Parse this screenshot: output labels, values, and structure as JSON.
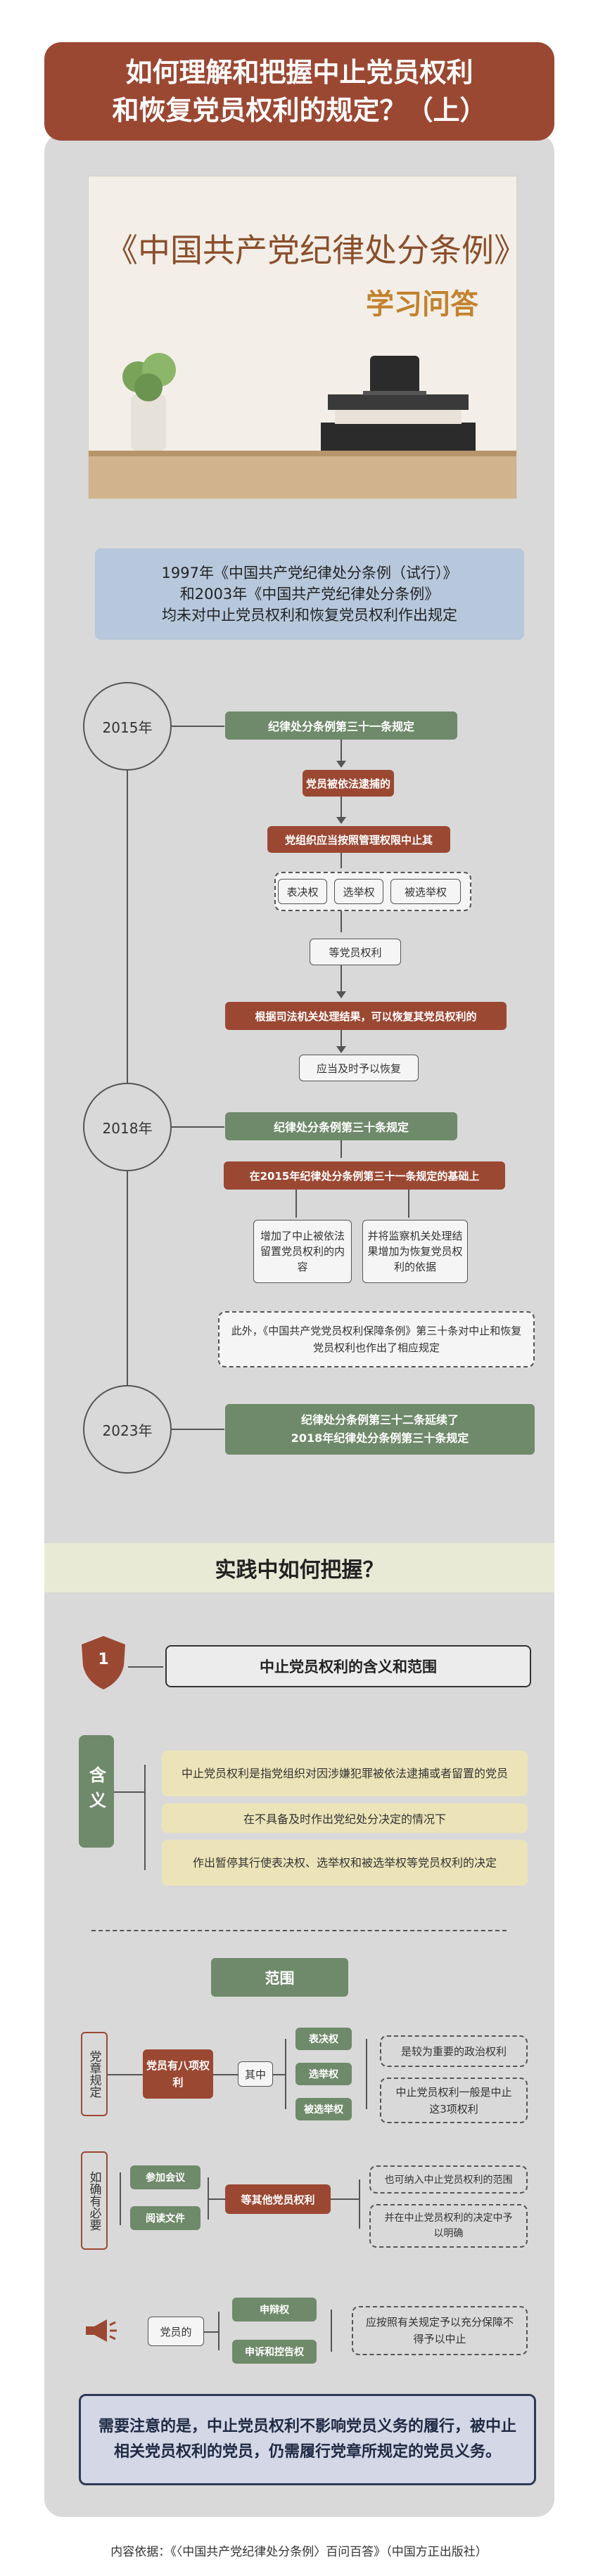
{
  "header": {
    "title_line1": "如何理解和把握中止党员权利",
    "title_line2": "和恢复党员权利的规定？（上）"
  },
  "hero": {
    "title": "《中国共产党纪律处分条例》",
    "subtitle": "学习问答"
  },
  "intro": {
    "line1": "1997年《中国共产党纪律处分条例（试行）》",
    "line2": "和2003年《中国共产党纪律处分条例》",
    "line3": "均未对中止党员权利和恢复党员权利作出规定"
  },
  "timeline": {
    "y2015": {
      "year": "2015年",
      "article": "纪律处分条例第三十一条规定",
      "step1": "党员被依法逮捕的",
      "step2": "党组织应当按照管理权限中止其",
      "rights": [
        "表决权",
        "选举权",
        "被选举权"
      ],
      "step3": "等党员权利",
      "step4": "根据司法机关处理结果，可以恢复其党员权利的",
      "step5": "应当及时予以恢复"
    },
    "y2018": {
      "year": "2018年",
      "article": "纪律处分条例第三十条规定",
      "basis": "在2015年纪律处分条例第三十一条规定的基础上",
      "left_box": "增加了中止被依法留置党员权利的内容",
      "right_box": "并将监察机关处理结果增加为恢复党员权利的依据",
      "note": "此外，《中国共产党党员权利保障条例》第三十条对中止和恢复党员权利也作出了相应规定"
    },
    "y2023": {
      "year": "2023年",
      "text_line1": "纪律处分条例第三十二条延续了",
      "text_line2": "2018年纪律处分条例第三十条规定"
    }
  },
  "practice": {
    "section_title": "实践中如何把握？",
    "badge_number": "1",
    "heading": "中止党员权利的含义和范围",
    "meaning_label": "含义",
    "meanings": [
      "中止党员权利是指党组织对因涉嫌犯罪被依法逮捕或者留置的党员",
      "在不具备及时作出党纪处分决定的情况下",
      "作出暂停其行使表决权、选举权和被选举权等党员权利的决定"
    ],
    "scope_title": "范围",
    "charter_label": "党章规定",
    "party_rights_label": "党员有八项权利",
    "among_label": "其中",
    "three_rights": [
      "表决权",
      "选举权",
      "被选举权"
    ],
    "important_note": "是较为重要的政治权利",
    "suspend_note": "中止党员权利一般是中止这3项权利",
    "if_needed_label": "如确有必要",
    "participate": [
      "参加会议",
      "阅读文件"
    ],
    "other_rights": "等其他党员权利",
    "may_include": "也可纳入中止党员权利的范围",
    "clarify": "并在中止党员权利的决定中予以明确",
    "members_label": "党员的",
    "appeal_rights": [
      "申辩权",
      "申诉和控告权"
    ],
    "appeal_note": "应按照有关规定予以充分保障不得予以中止",
    "final_note": "需要注意的是，中止党员权利不影响党员义务的履行，被中止相关党员权利的党员，仍需履行党章所规定的党员义务。"
  },
  "source": "内容依据：《〈中国共产党纪律处分条例〉百问百答》（中国方正出版社）",
  "colors": {
    "rust": "#9b4833",
    "green": "#6f8a6a",
    "navy": "#2f3a56",
    "cream": "#ece4b8"
  }
}
